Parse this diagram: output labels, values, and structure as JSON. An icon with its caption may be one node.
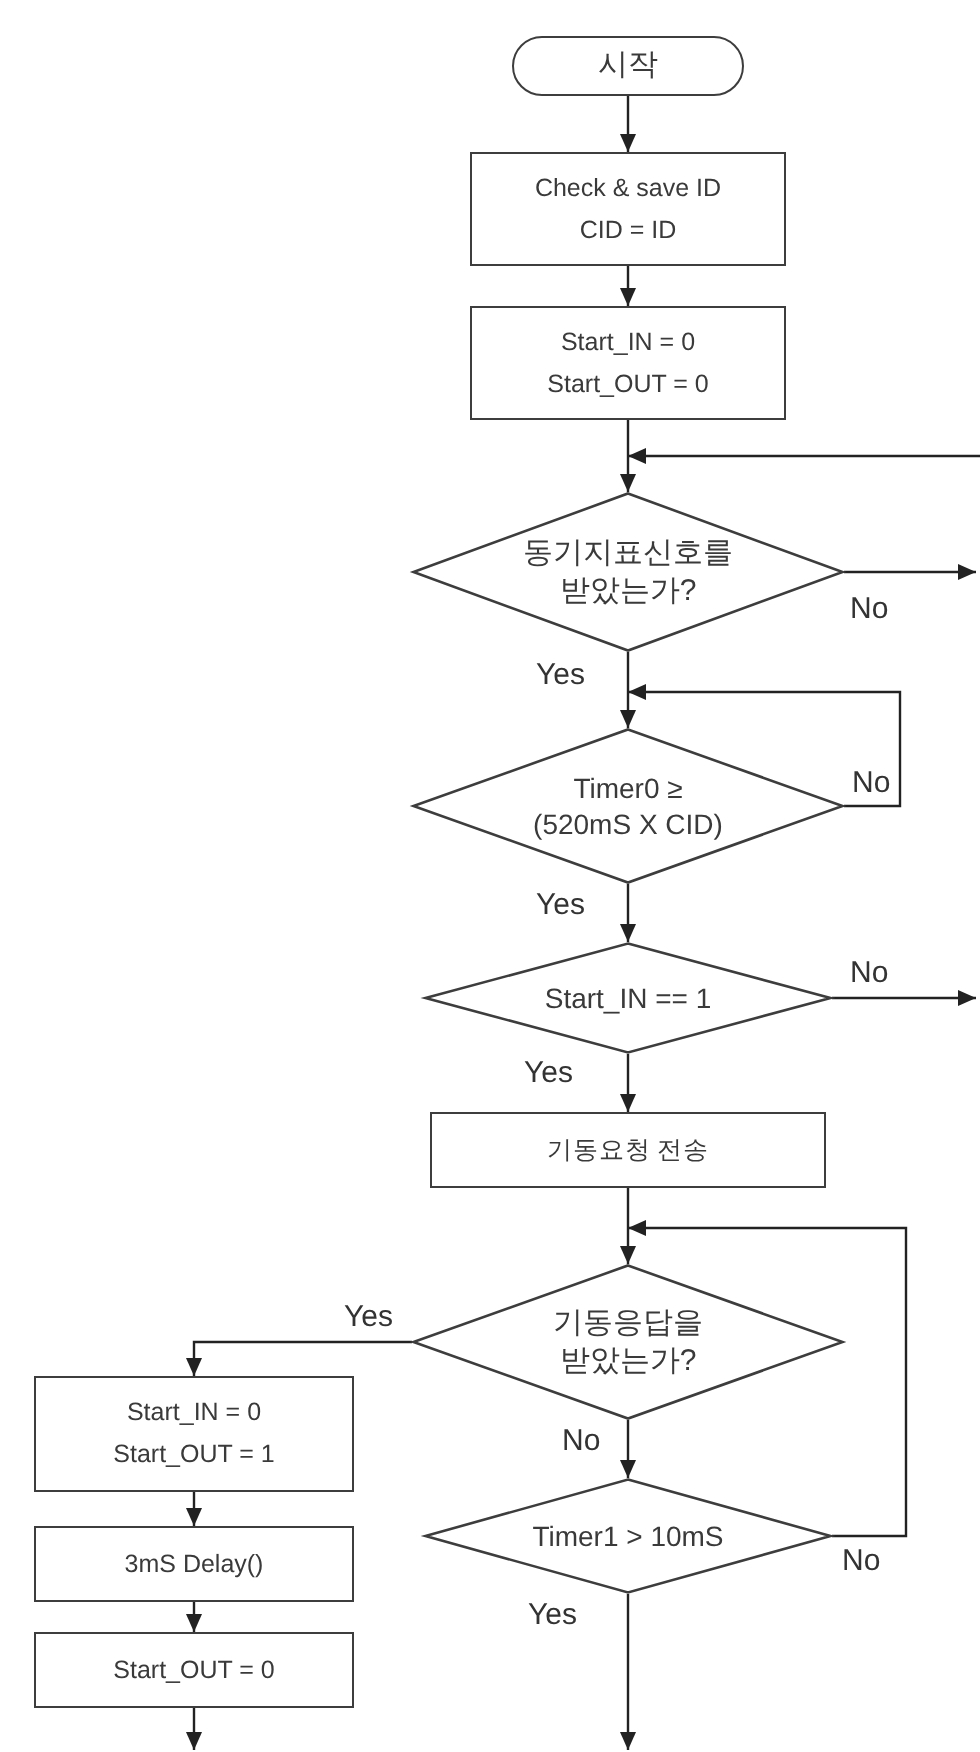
{
  "diagram": {
    "nodes": [
      {
        "text": [
          "시작"
        ]
      },
      {
        "text": [
          "Check & save ID",
          "CID = ID"
        ]
      },
      {
        "text": [
          "Start_IN = 0",
          "Start_OUT = 0"
        ]
      },
      {
        "text": [
          "동기지표신호를 받았는가?"
        ]
      },
      {
        "text": [
          "Timer0 ≥ (520mS X CID)"
        ]
      },
      {
        "text": [
          "Start_IN == 1"
        ]
      },
      {
        "text": [
          "기동요청 전송"
        ]
      },
      {
        "text": [
          "기동응답을 받았는가?"
        ]
      },
      {
        "text": [
          "Timer1 > 10mS"
        ]
      },
      {
        "text": [
          "Start_IN = 0",
          "Start_OUT = 1"
        ]
      },
      {
        "text": [
          "3mS Delay()"
        ]
      },
      {
        "text": [
          "Start_OUT = 0"
        ]
      }
    ],
    "edges": [
      {
        "from": 0,
        "to": 1,
        "arrow": "to"
      },
      {
        "from": 1,
        "to": 2,
        "arrow": "to"
      },
      {
        "from": 2,
        "to": 3,
        "arrow": "to"
      },
      {
        "from": null,
        "to": 3,
        "arrow": "to"
      },
      {
        "from": 3,
        "to": null,
        "arrow": "to",
        "label": "No"
      },
      {
        "from": 3,
        "to": 4,
        "arrow": "to",
        "label": "Yes"
      },
      {
        "from": 4,
        "to": 4,
        "arrow": "to",
        "label": "No"
      },
      {
        "from": 4,
        "to": 5,
        "arrow": "to",
        "label": "Yes"
      },
      {
        "from": 5,
        "to": null,
        "arrow": "to",
        "label": "No"
      },
      {
        "from": 5,
        "to": 6,
        "arrow": "to",
        "label": "Yes"
      },
      {
        "from": 6,
        "to": 7,
        "arrow": "to"
      },
      {
        "from": 7,
        "to": 9,
        "arrow": "to",
        "label": "Yes"
      },
      {
        "from": 7,
        "to": 8,
        "arrow": "to",
        "label": "No"
      },
      {
        "from": 8,
        "to": 7,
        "arrow": "to",
        "label": "No"
      },
      {
        "from": 8,
        "to": null,
        "arrow": "to",
        "label": "Yes"
      },
      {
        "from": 9,
        "to": 10,
        "arrow": "to"
      },
      {
        "from": 10,
        "to": 11,
        "arrow": "to"
      },
      {
        "from": 11,
        "to": null,
        "arrow": "to"
      }
    ]
  }
}
